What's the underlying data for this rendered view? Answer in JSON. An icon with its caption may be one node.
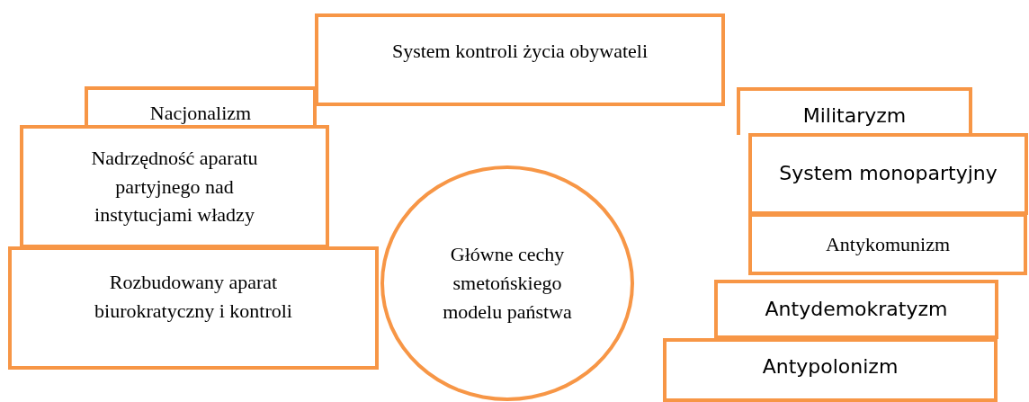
{
  "diagram": {
    "nodes": [
      {
        "text": [
          "System kontroli życia obywateli"
        ]
      },
      {
        "text": [
          "Nacjonalizm"
        ]
      },
      {
        "text": [
          "Militaryzm"
        ]
      },
      {
        "text": [
          "Nadrzędność aparatu partyjnego nad instytucjami władzy"
        ]
      },
      {
        "text": [
          "System monopartyjny"
        ]
      },
      {
        "text": [
          "Główne cechy smetońskiego modelu państwa"
        ]
      },
      {
        "text": [
          "Antykomunizm"
        ]
      },
      {
        "text": [
          "Rozbudowany aparat biurokratyczny i kontroli"
        ]
      },
      {
        "text": [
          "Antydemokratyzm"
        ]
      },
      {
        "text": [
          "Antypolonizm"
        ]
      }
    ],
    "edges": []
  }
}
